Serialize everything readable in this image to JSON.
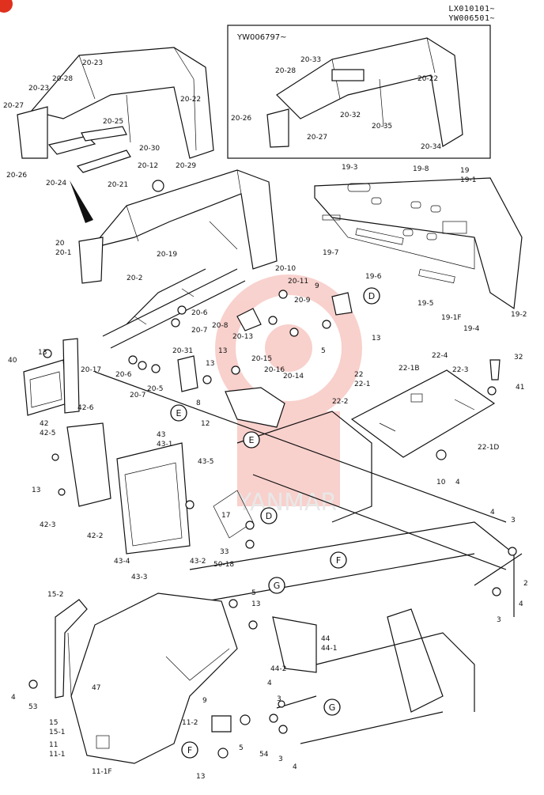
{
  "serial_range": [
    "LX010101~",
    "YW006501~"
  ],
  "inset_title": "YW006797~",
  "badge_glyph": "",
  "watermark_text": "YANMAR",
  "accent_color": "#e0301e",
  "labels": [
    {
      "id": "l1",
      "text": "20-23"
    },
    {
      "id": "l2",
      "text": "20-28"
    },
    {
      "id": "l3",
      "text": "20-23"
    },
    {
      "id": "l4",
      "text": "20-27"
    },
    {
      "id": "l5",
      "text": "20-22"
    },
    {
      "id": "l6",
      "text": "20-25"
    },
    {
      "id": "l7",
      "text": "20-30"
    },
    {
      "id": "l8",
      "text": "20-29"
    },
    {
      "id": "l9",
      "text": "20-26"
    },
    {
      "id": "l10",
      "text": "20-24"
    },
    {
      "id": "l11",
      "text": "20-21"
    },
    {
      "id": "l12",
      "text": "20-12"
    },
    {
      "id": "l13",
      "text": "20-33"
    },
    {
      "id": "l14",
      "text": "20-28"
    },
    {
      "id": "l15",
      "text": "20-22"
    },
    {
      "id": "l16",
      "text": "20-26"
    },
    {
      "id": "l17",
      "text": "20-32"
    },
    {
      "id": "l18",
      "text": "20-27"
    },
    {
      "id": "l19",
      "text": "20-35"
    },
    {
      "id": "l20",
      "text": "20-34"
    },
    {
      "id": "l21",
      "text": "19-3"
    },
    {
      "id": "l22",
      "text": "19-8"
    },
    {
      "id": "l23",
      "text": "19"
    },
    {
      "id": "l24",
      "text": "19-1"
    },
    {
      "id": "l25",
      "text": "19-7"
    },
    {
      "id": "l26",
      "text": "19-6"
    },
    {
      "id": "l27",
      "text": "19-5"
    },
    {
      "id": "l28",
      "text": "19-1F"
    },
    {
      "id": "l29",
      "text": "19-4"
    },
    {
      "id": "l30",
      "text": "19-2"
    },
    {
      "id": "l31",
      "text": "20"
    },
    {
      "id": "l32",
      "text": "20-1"
    },
    {
      "id": "l33",
      "text": "20-19"
    },
    {
      "id": "l34",
      "text": "20-2"
    },
    {
      "id": "l35",
      "text": "20-10"
    },
    {
      "id": "l36",
      "text": "20-11"
    },
    {
      "id": "l37",
      "text": "20-9"
    },
    {
      "id": "l38",
      "text": "9"
    },
    {
      "id": "l39",
      "text": "20-6"
    },
    {
      "id": "l40",
      "text": "20-7"
    },
    {
      "id": "l41",
      "text": "20-8"
    },
    {
      "id": "l42",
      "text": "20-13"
    },
    {
      "id": "l43",
      "text": "20-15"
    },
    {
      "id": "l44",
      "text": "20-16"
    },
    {
      "id": "l45",
      "text": "20-14"
    },
    {
      "id": "l46",
      "text": "5"
    },
    {
      "id": "l47",
      "text": "13"
    },
    {
      "id": "l48",
      "text": "20-31"
    },
    {
      "id": "l49",
      "text": "13"
    },
    {
      "id": "l50",
      "text": "13"
    },
    {
      "id": "l51",
      "text": "20-17"
    },
    {
      "id": "l52",
      "text": "20-6"
    },
    {
      "id": "l53",
      "text": "20-7"
    },
    {
      "id": "l54",
      "text": "20-5"
    },
    {
      "id": "l55",
      "text": "13"
    },
    {
      "id": "l56",
      "text": "8"
    },
    {
      "id": "l57",
      "text": "12"
    },
    {
      "id": "l58",
      "text": "40"
    },
    {
      "id": "l59",
      "text": "22-4"
    },
    {
      "id": "l60",
      "text": "22"
    },
    {
      "id": "l61",
      "text": "22-1"
    },
    {
      "id": "l62",
      "text": "22-1B"
    },
    {
      "id": "l63",
      "text": "22-3"
    },
    {
      "id": "l64",
      "text": "22-2"
    },
    {
      "id": "l65",
      "text": "22-1D"
    },
    {
      "id": "l66",
      "text": "32"
    },
    {
      "id": "l67",
      "text": "41"
    },
    {
      "id": "l68",
      "text": "10"
    },
    {
      "id": "l69",
      "text": "4"
    },
    {
      "id": "l70",
      "text": "42"
    },
    {
      "id": "l71",
      "text": "42-6"
    },
    {
      "id": "l72",
      "text": "42-5"
    },
    {
      "id": "l73",
      "text": "43"
    },
    {
      "id": "l74",
      "text": "43-1"
    },
    {
      "id": "l75",
      "text": "43-5"
    },
    {
      "id": "l76",
      "text": "13"
    },
    {
      "id": "l77",
      "text": "42-3"
    },
    {
      "id": "l78",
      "text": "42-2"
    },
    {
      "id": "l79",
      "text": "43-4"
    },
    {
      "id": "l80",
      "text": "43-2"
    },
    {
      "id": "l81",
      "text": "43-3"
    },
    {
      "id": "l82",
      "text": "17"
    },
    {
      "id": "l83",
      "text": "33"
    },
    {
      "id": "l84",
      "text": "50-18"
    },
    {
      "id": "l85",
      "text": "4"
    },
    {
      "id": "l86",
      "text": "3"
    },
    {
      "id": "l87",
      "text": "2"
    },
    {
      "id": "l88",
      "text": "3"
    },
    {
      "id": "l89",
      "text": "4"
    },
    {
      "id": "l90",
      "text": "15-2"
    },
    {
      "id": "l91",
      "text": "5"
    },
    {
      "id": "l92",
      "text": "13"
    },
    {
      "id": "l93",
      "text": "44"
    },
    {
      "id": "l94",
      "text": "44-1"
    },
    {
      "id": "l95",
      "text": "44-2"
    },
    {
      "id": "l96",
      "text": "47"
    },
    {
      "id": "l97",
      "text": "4"
    },
    {
      "id": "l98",
      "text": "53"
    },
    {
      "id": "l99",
      "text": "4"
    },
    {
      "id": "l100",
      "text": "3"
    },
    {
      "id": "l101",
      "text": "15"
    },
    {
      "id": "l102",
      "text": "15-1"
    },
    {
      "id": "l103",
      "text": "11-2"
    },
    {
      "id": "l104",
      "text": "9"
    },
    {
      "id": "l105",
      "text": "5"
    },
    {
      "id": "l106",
      "text": "54"
    },
    {
      "id": "l107",
      "text": "3"
    },
    {
      "id": "l108",
      "text": "4"
    },
    {
      "id": "l109",
      "text": "11"
    },
    {
      "id": "l110",
      "text": "11-1"
    },
    {
      "id": "l111",
      "text": "11-1F"
    },
    {
      "id": "l112",
      "text": "13"
    }
  ],
  "callouts": [
    {
      "id": "c1",
      "letter": "D"
    },
    {
      "id": "c2",
      "letter": "E"
    },
    {
      "id": "c3",
      "letter": "E"
    },
    {
      "id": "c4",
      "letter": "D"
    },
    {
      "id": "c5",
      "letter": "F"
    },
    {
      "id": "c6",
      "letter": "G"
    },
    {
      "id": "c7",
      "letter": "G"
    },
    {
      "id": "c8",
      "letter": "F"
    }
  ]
}
